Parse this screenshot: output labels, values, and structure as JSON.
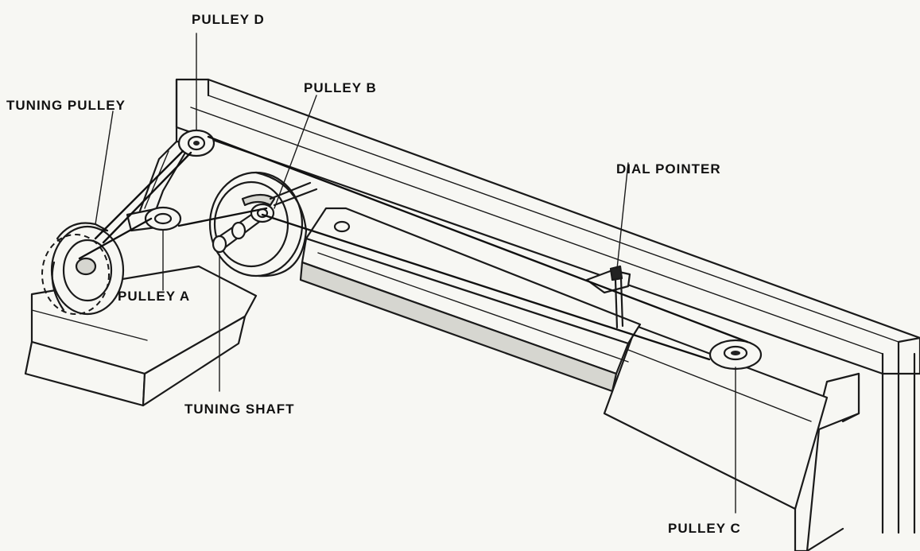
{
  "labels": {
    "pulley_d": "PULLEY D",
    "pulley_b": "PULLEY B",
    "tuning_pulley": "TUNING PULLEY",
    "dial_pointer": "DIAL POINTER",
    "pulley_a": "PULLEY A",
    "tuning_shaft": "TUNING SHAFT",
    "pulley_c": "PULLEY C"
  }
}
